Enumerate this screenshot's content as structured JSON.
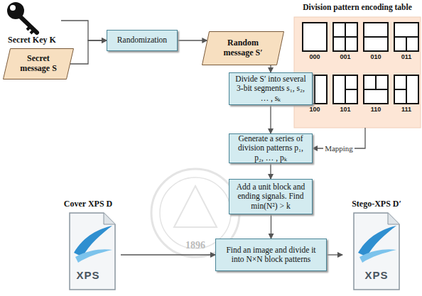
{
  "diagram": {
    "nodes": [
      {
        "text": [
          "Secret Key K"
        ]
      },
      {
        "text": [
          "Secret message S"
        ]
      },
      {
        "text": [
          "Randomization"
        ]
      },
      {
        "text": [
          "Random message S′"
        ]
      },
      {
        "text": [
          "Division pattern encoding table"
        ]
      },
      {
        "text": [
          "Divide S′ into several 3-bit segments s₁, s₂, … , sₖ"
        ]
      },
      {
        "text": [
          "Generate a series of division patterns p₁, p₂, … , pₖ"
        ]
      },
      {
        "text": [
          "Add a unit block and ending signals. Find min(N²) > k"
        ]
      },
      {
        "text": [
          "Cover XPS D",
          "XPS"
        ]
      },
      {
        "text": [
          "Find an image and divide it into N×N block patterns"
        ]
      },
      {
        "text": [
          "Stego-XPS D′",
          "XPS"
        ]
      }
    ],
    "edges": [
      {
        "from": 0,
        "to": 2,
        "arrow": "to"
      },
      {
        "from": 1,
        "to": 2,
        "arrow": "to"
      },
      {
        "from": 2,
        "to": 3,
        "arrow": "to"
      },
      {
        "from": 3,
        "to": 5,
        "arrow": "to"
      },
      {
        "from": 4,
        "to": 6,
        "label": "Mapping",
        "arrow": "to"
      },
      {
        "from": 5,
        "to": 6,
        "arrow": "to"
      },
      {
        "from": 6,
        "to": 7,
        "arrow": "to"
      },
      {
        "from": 7,
        "to": 9,
        "arrow": "to"
      },
      {
        "from": 8,
        "to": 9,
        "arrow": "to"
      },
      {
        "from": 9,
        "to": 10,
        "arrow": "to"
      }
    ],
    "labels": [
      "000",
      "001",
      "010",
      "011",
      "100",
      "101",
      "110",
      "111",
      "1896"
    ]
  }
}
